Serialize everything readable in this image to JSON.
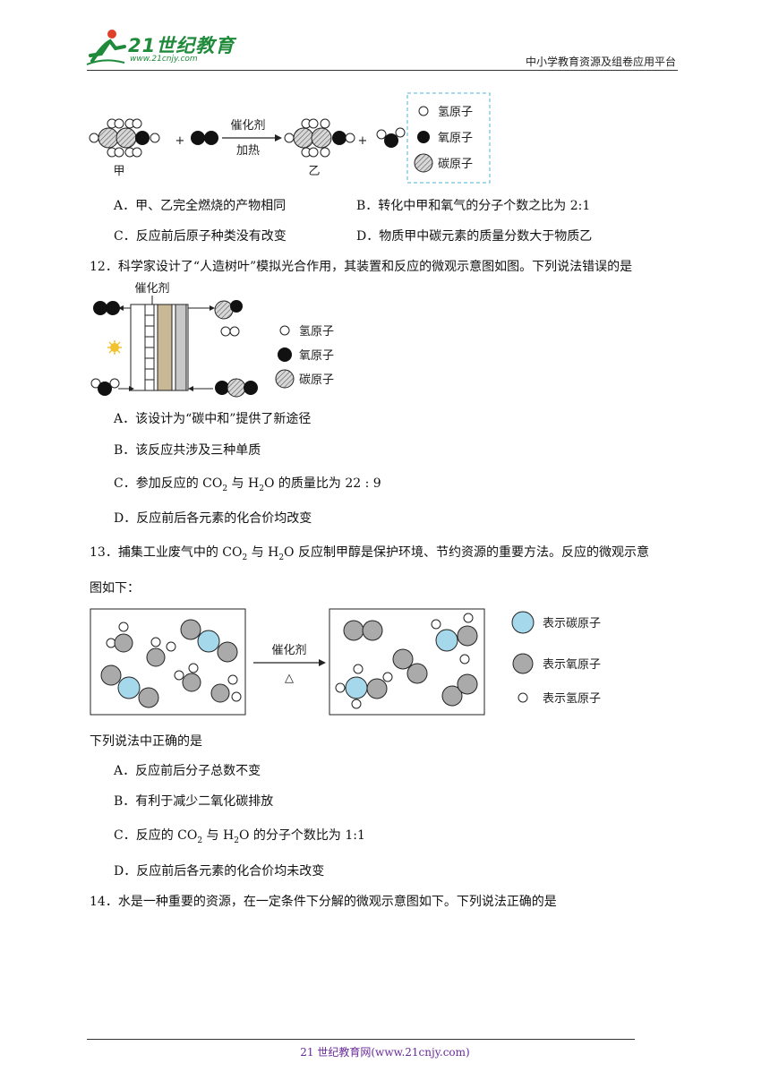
{
  "header": {
    "logo_text": "21世纪教育",
    "logo_url": "www.21cnjy.com",
    "right_text": "中小学教育资源及组卷应用平台"
  },
  "fig11": {
    "catalyst": "催化剂",
    "heat": "加热",
    "label_jia": "甲",
    "label_yi": "乙",
    "plus1": "+",
    "plus2": "+",
    "legend": [
      "氢原子",
      "氧原子",
      "碳原子"
    ]
  },
  "q11_options": {
    "A": "A．甲、乙完全燃烧的产物相同",
    "B": "B．转化中甲和氧气的分子个数之比为 2:1",
    "C": "C．反应前后原子种类没有改变",
    "D": "D．物质甲中碳元素的质量分数大于物质乙"
  },
  "q12": {
    "stem": "12．科学家设计了“人造树叶”模拟光合作用，其装置和反应的微观示意图如图。下列说法错误的是",
    "fig_catalyst": "催化剂",
    "legend": [
      "氢原子",
      "氧原子",
      "碳原子"
    ],
    "A": "A．该设计为“碳中和”提供了新途径",
    "B": "B．该反应共涉及三种单质",
    "C_pre": "C．参加反应的 CO",
    "C_sub1": "2",
    "C_mid": " 与 H",
    "C_sub2": "2",
    "C_post": "O 的质量比为 22 : 9",
    "D": "D．反应前后各元素的化合价均改变"
  },
  "q13": {
    "stem_pre": "13．捕集工业废气中的 CO",
    "stem_sub1": "2",
    "stem_mid": " 与 H",
    "stem_sub2": "2",
    "stem_post": "O 反应制甲醇是保护环境、节约资源的重要方法。反应的微观示意",
    "stem_line2": "图如下：",
    "fig_catalyst": "催化剂",
    "fig_heat": "△",
    "legend": [
      "表示碳原子",
      "表示氧原子",
      "表示氢原子"
    ],
    "lead": "下列说法中正确的是",
    "A": "A．反应前后分子总数不变",
    "B": "B．有利于减少二氧化碳排放",
    "C_pre": "C．反应的 CO",
    "C_sub1": "2",
    "C_mid": " 与 H",
    "C_sub2": "2",
    "C_post": "O 的分子个数比为 1:1",
    "D": "D．反应前后各元素的化合价均未改变"
  },
  "q14": {
    "stem": "14．水是一种重要的资源，在一定条件下分解的微观示意图如下。下列说法正确的是"
  },
  "footer": {
    "text": "21 世纪教育网(www.21cnjy.com)"
  },
  "colors": {
    "logo_green": "#1f8a3a",
    "carbon_blue": "#a6d8ec",
    "oxygen_gray": "#a9a9a9",
    "legend_border": "#4fb3d9",
    "footer_purple": "#6a2b9a"
  }
}
